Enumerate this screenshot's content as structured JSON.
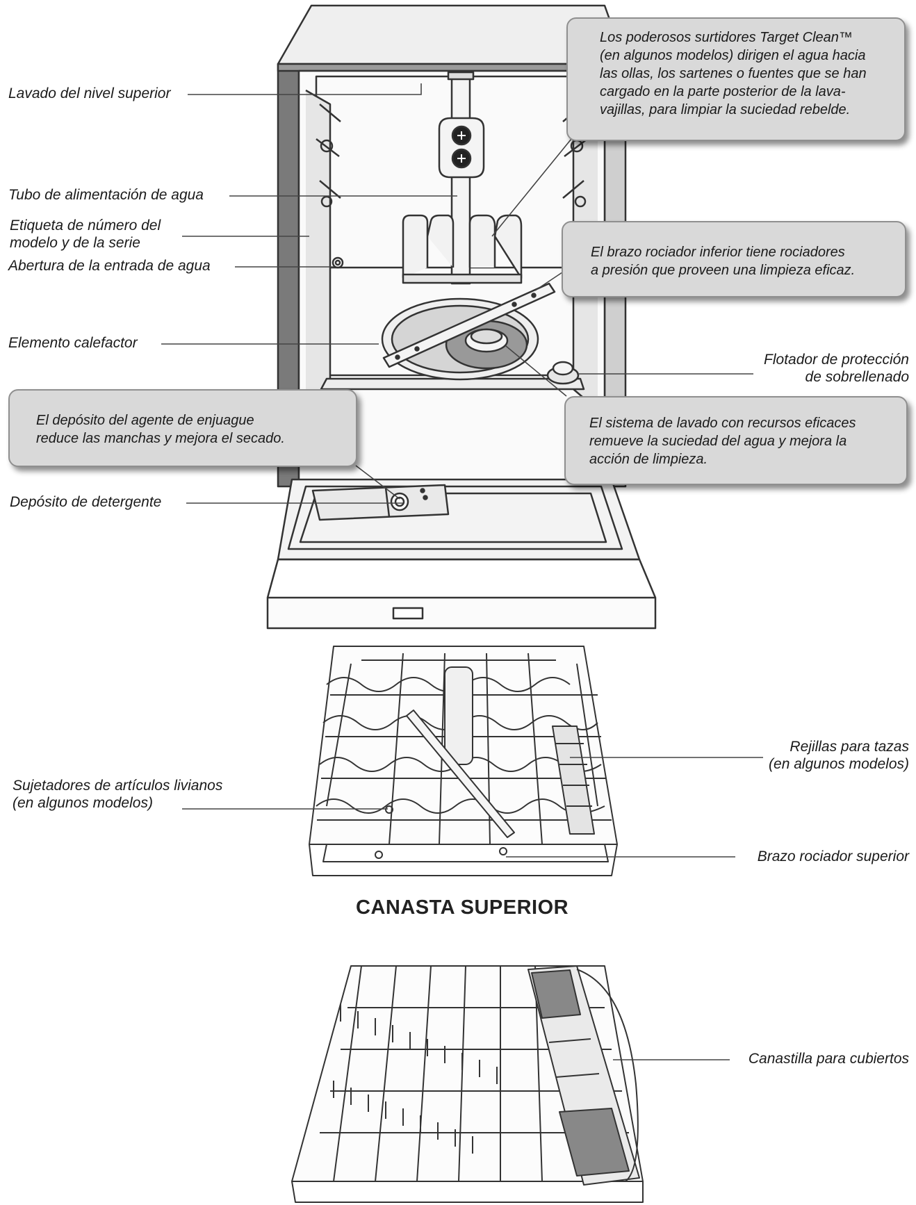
{
  "labels": {
    "upper_level_wash": [
      "Lavado del nivel superior"
    ],
    "water_feed_tube": [
      "Tubo de alimentación de agua"
    ],
    "model_serial_label": [
      "Etiqueta de número del",
      "modelo y de la serie"
    ],
    "water_inlet_opening": [
      "Abertura de la entrada de agua"
    ],
    "heating_element": [
      "Elemento calefactor"
    ],
    "overfill_float": [
      "Flotador de protección",
      "de sobrellenado"
    ],
    "detergent_dispenser": [
      "Depósito de detergente"
    ],
    "cup_shelves": [
      "Rejillas para tazas",
      "(en algunos modelos)"
    ],
    "light_item_holders": [
      "Sujetadores de artículos livianos",
      "(en algunos modelos)"
    ],
    "upper_spray_arm": [
      "Brazo rociador superior"
    ],
    "silverware_basket": [
      "Canastilla para cubiertos"
    ]
  },
  "callouts": {
    "target_clean": [
      "Los poderosos surtidores Target Clean™",
      "(en algunos modelos) dirigen el agua hacia",
      "las ollas, los sartenes o fuentes que se han",
      "cargado en la parte posterior de la lava-",
      "vajillas, para limpiar la suciedad rebelde."
    ],
    "lower_spray_arm": [
      "El brazo rociador inferior tiene rociadores",
      "a presión que proveen una limpieza eficaz."
    ],
    "rinse_aid": [
      "El depósito del agente de enjuague",
      "reduce las manchas y mejora el secado."
    ],
    "wash_system": [
      "El sistema de lavado con recursos eficaces",
      "remueve la suciedad del agua y mejora la",
      "acción de limpieza."
    ]
  },
  "headings": {
    "upper_rack": "CANASTA SUPERIOR"
  },
  "colors": {
    "line": "#444444",
    "callout_fill": "#d9d9d9",
    "dark_side": "#7a7a7a"
  }
}
